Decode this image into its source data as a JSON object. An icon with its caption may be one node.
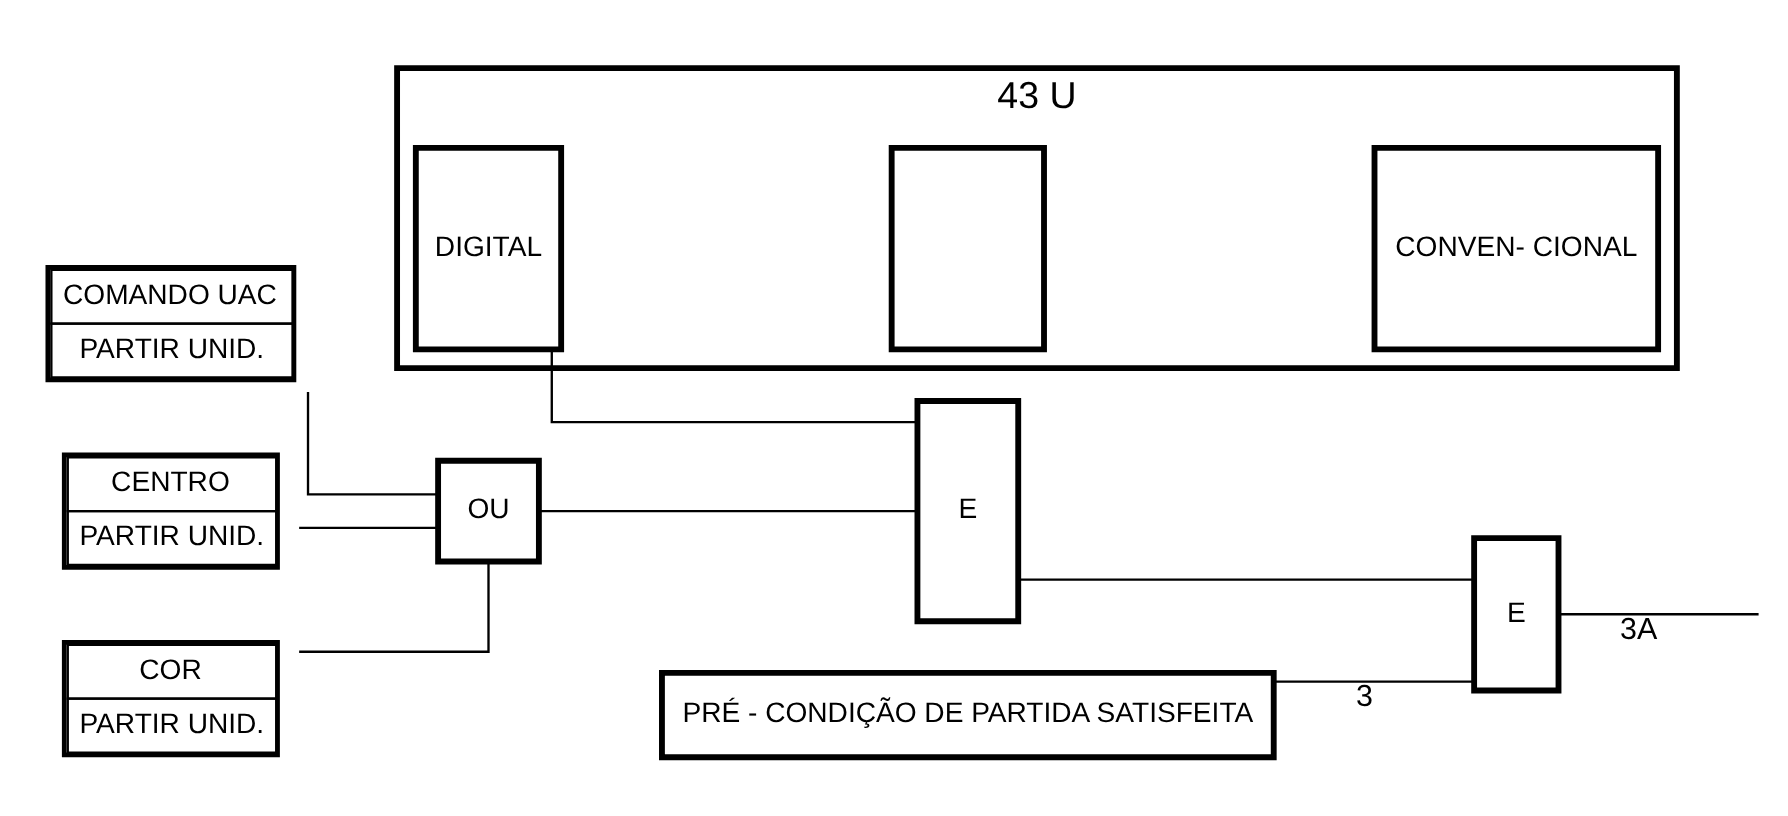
{
  "diagram": {
    "nodes": [
      {
        "text": [
          "43 U"
        ]
      },
      {
        "text": [
          "DIGITAL"
        ],
        "in": 0
      },
      {
        "text": [],
        "shape": "box",
        "in": 0
      },
      {
        "text": [
          "CONVEN- CIONAL"
        ],
        "in": 0
      },
      {
        "text": [
          "COMANDO UAC",
          "PARTIR UNID."
        ]
      },
      {
        "text": [
          "CENTRO",
          "PARTIR UNID."
        ]
      },
      {
        "text": [
          "COR",
          "PARTIR UNID."
        ]
      },
      {
        "text": [
          "OU"
        ]
      },
      {
        "text": [
          "E"
        ]
      },
      {
        "text": [
          "E"
        ]
      },
      {
        "text": [
          "PRÉ - CONDIÇÃO DE PARTIDA SATISFEITA"
        ]
      }
    ],
    "edges": [
      {
        "from": 6,
        "to": 7,
        "arrow": "none"
      },
      {
        "from": 5,
        "to": 7,
        "arrow": "none"
      },
      {
        "from": 4,
        "to": 7,
        "arrow": "none"
      },
      {
        "from": 7,
        "to": 8,
        "arrow": "none"
      },
      {
        "from": 1,
        "to": 8,
        "arrow": "none"
      },
      {
        "from": 8,
        "to": 9,
        "arrow": "none"
      },
      {
        "from": 10,
        "to": 9,
        "arrow": "none",
        "label": "3"
      },
      {
        "from": 9,
        "to": null,
        "arrow": "none",
        "label": "3A"
      }
    ]
  }
}
